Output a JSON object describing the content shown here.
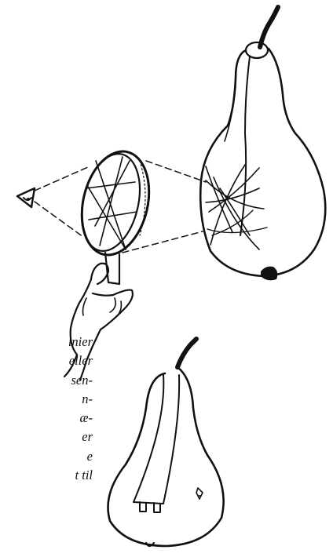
{
  "caption": {
    "lines": [
      "inier",
      "eller",
      "sen-",
      "n-",
      "æ-",
      "er",
      "e",
      "t til"
    ]
  }
}
